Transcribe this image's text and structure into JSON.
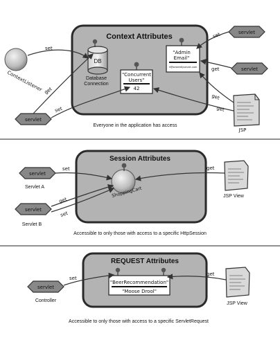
{
  "context": {
    "title": "Context Attributes",
    "caption": "Everyone in the application has access",
    "db_label": "DB",
    "db_caption_1": "Database",
    "db_caption_2": "Connection",
    "concurrent_1": "\"Concurrent",
    "concurrent_2": "Users\"",
    "concurrent_value": "42",
    "admin_1": "\"Admin",
    "admin_2": "Email\"",
    "admin_value": "rl@wickedlysmart.com",
    "context_listener": "ContextListener",
    "servlet": "servlet",
    "jsp": "JSP",
    "set": "set",
    "get": "get"
  },
  "session": {
    "title": "Session Attributes",
    "caption": "Accessible to only those with access to a specific HttpSession",
    "cart_label": "ShoppingCart",
    "servlet": "servlet",
    "servlet_a": "Servlet A",
    "servlet_b": "Servlet B",
    "jsp_view": "JSP View",
    "set": "set",
    "get": "get"
  },
  "request": {
    "title": "REQUEST Attributes",
    "caption": "Accessible to only those with access to a specific ServletRequest",
    "beer_key": "\"BeerRecommendation\"",
    "beer_value": "\"Moose Drool\"",
    "servlet": "servlet",
    "controller": "Controller",
    "jsp_view": "JSP View",
    "set": "set",
    "get": "get"
  }
}
